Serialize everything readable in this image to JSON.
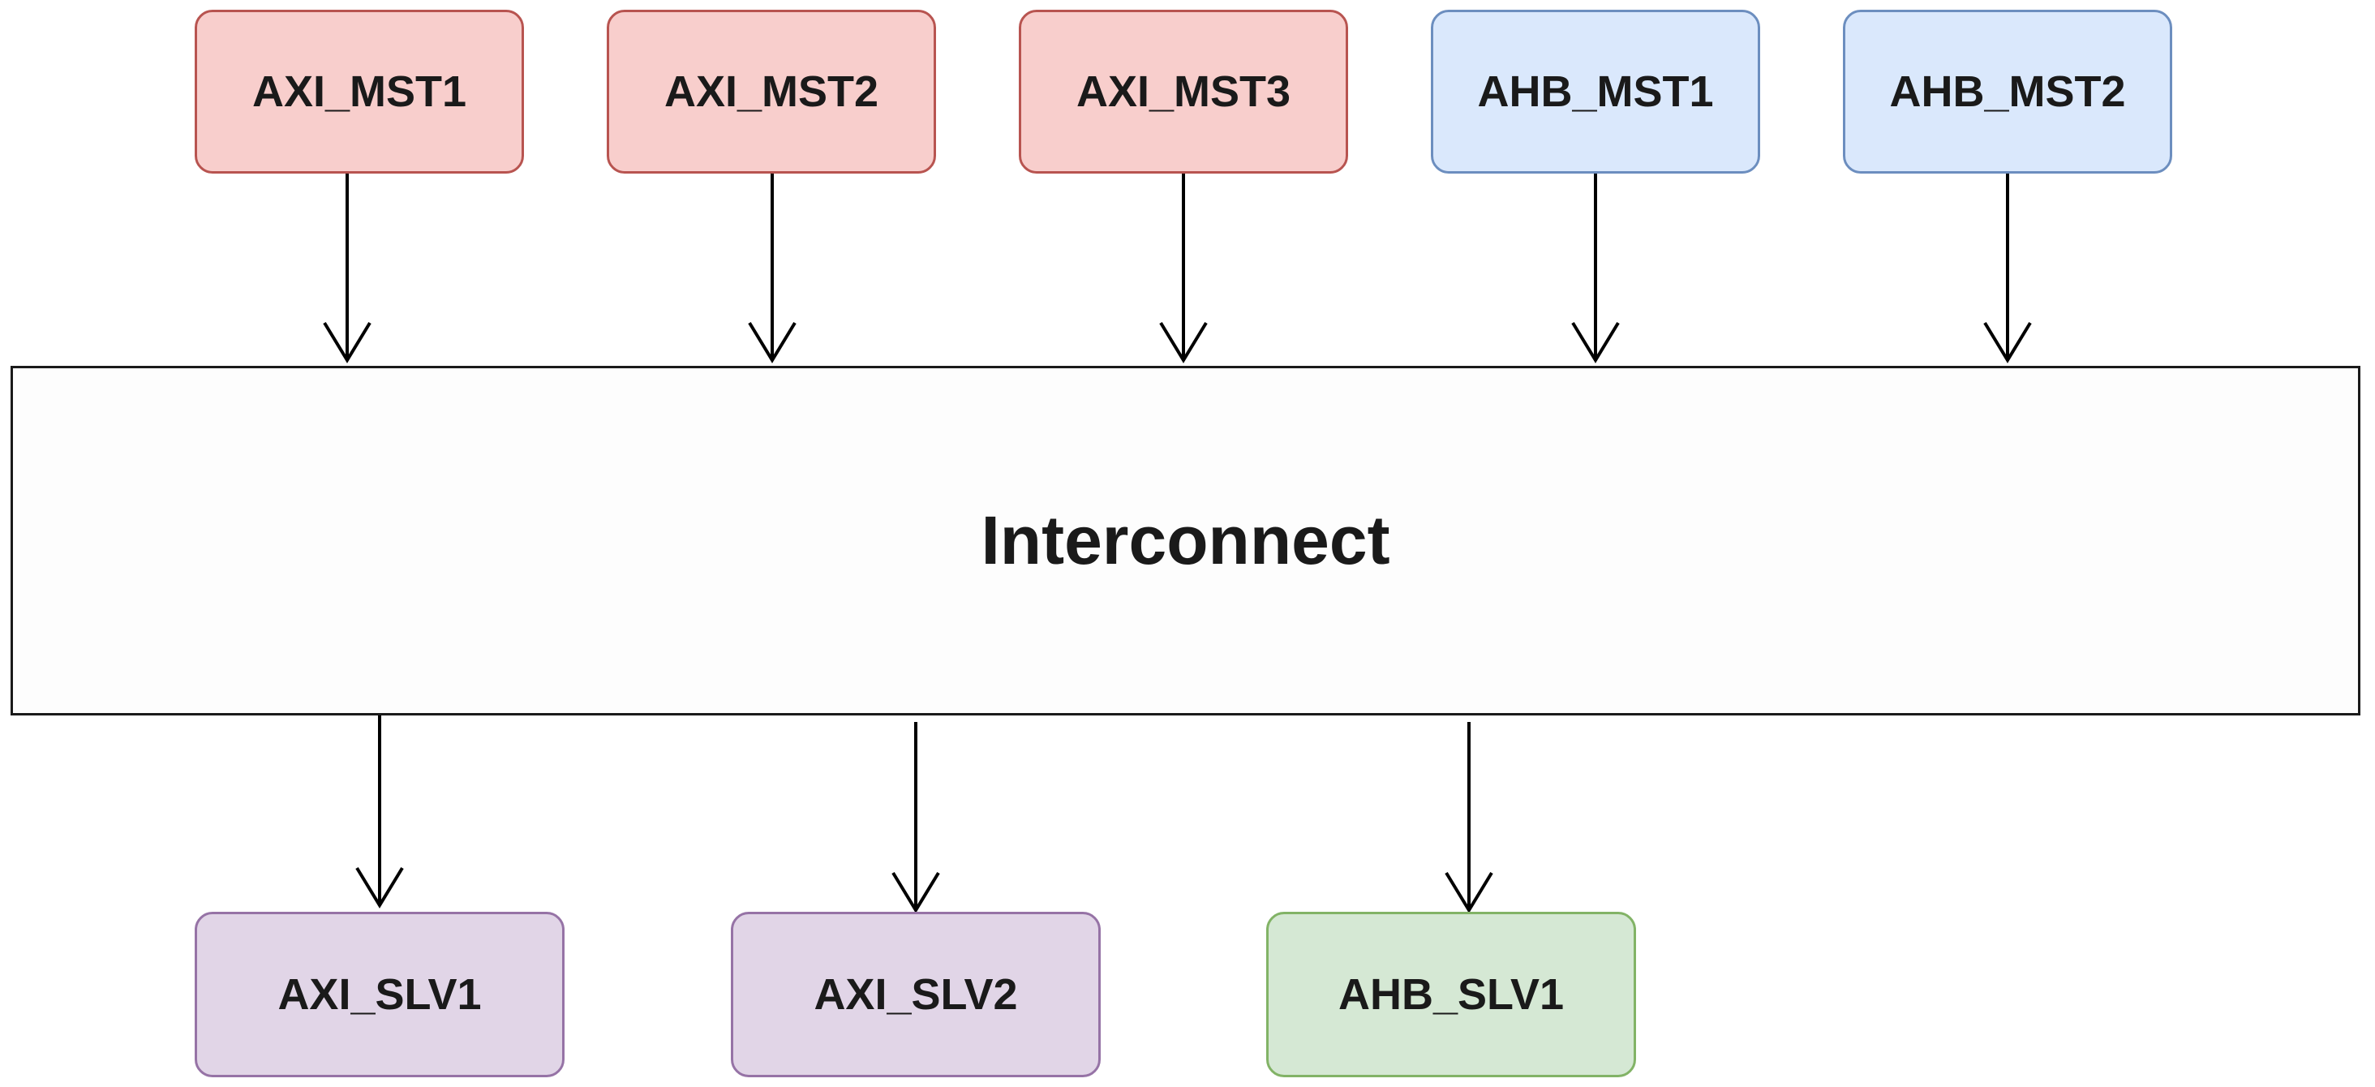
{
  "interconnect": {
    "label": "Interconnect"
  },
  "masters": [
    {
      "label": "AXI_MST1",
      "type": "axi"
    },
    {
      "label": "AXI_MST2",
      "type": "axi"
    },
    {
      "label": "AXI_MST3",
      "type": "axi"
    },
    {
      "label": "AHB_MST1",
      "type": "ahb"
    },
    {
      "label": "AHB_MST2",
      "type": "ahb"
    }
  ],
  "slaves": [
    {
      "label": "AXI_SLV1",
      "type": "axi"
    },
    {
      "label": "AXI_SLV2",
      "type": "axi"
    },
    {
      "label": "AHB_SLV1",
      "type": "ahb"
    }
  ],
  "colors": {
    "axi_master_fill": "#f8cecc",
    "axi_master_stroke": "#b85450",
    "ahb_master_fill": "#dae8fc",
    "ahb_master_stroke": "#6c8ebf",
    "axi_slave_fill": "#e1d5e7",
    "axi_slave_stroke": "#9673a6",
    "ahb_slave_fill": "#d5e8d4",
    "ahb_slave_stroke": "#82b366",
    "arrow": "#000000"
  }
}
